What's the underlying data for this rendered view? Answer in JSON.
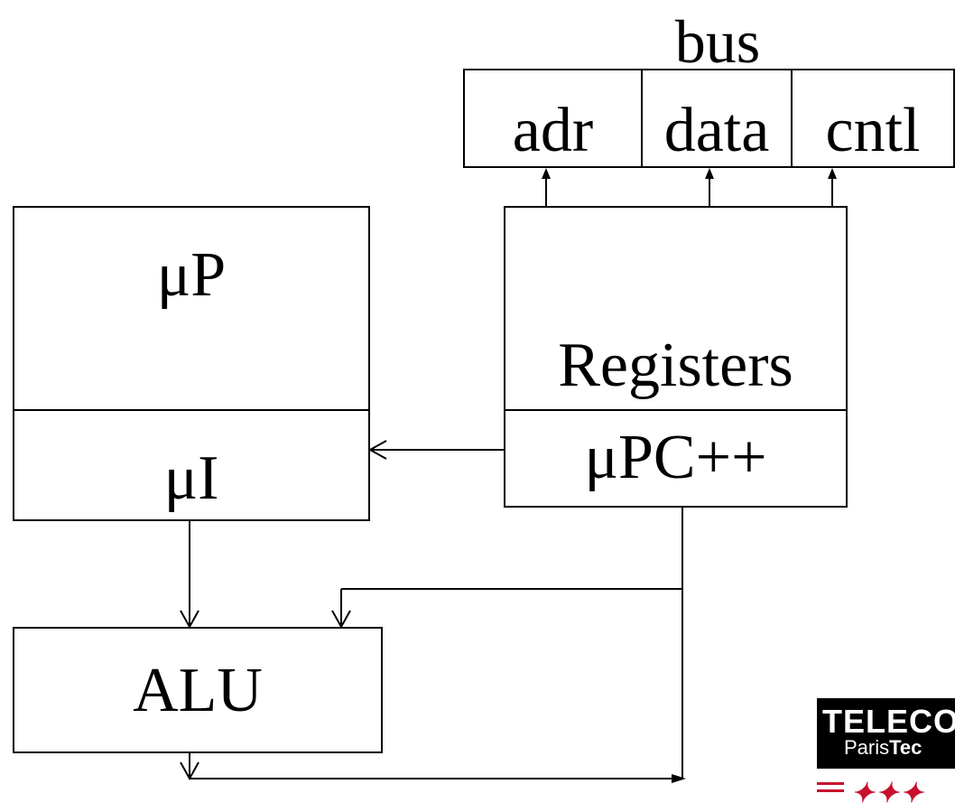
{
  "bus": {
    "title": "bus",
    "fields": [
      "adr",
      "data",
      "cntl"
    ]
  },
  "microprogram": {
    "top_label": "μP",
    "bottom_label": "μI"
  },
  "registers": {
    "label": "Registers",
    "pc_label": "μPC++"
  },
  "alu": {
    "label": "ALU"
  },
  "logo": {
    "main_text": "TELECO",
    "sub_prefix": "Paris",
    "sub_bold": "Tec",
    "brand_color": "#c8102e"
  }
}
